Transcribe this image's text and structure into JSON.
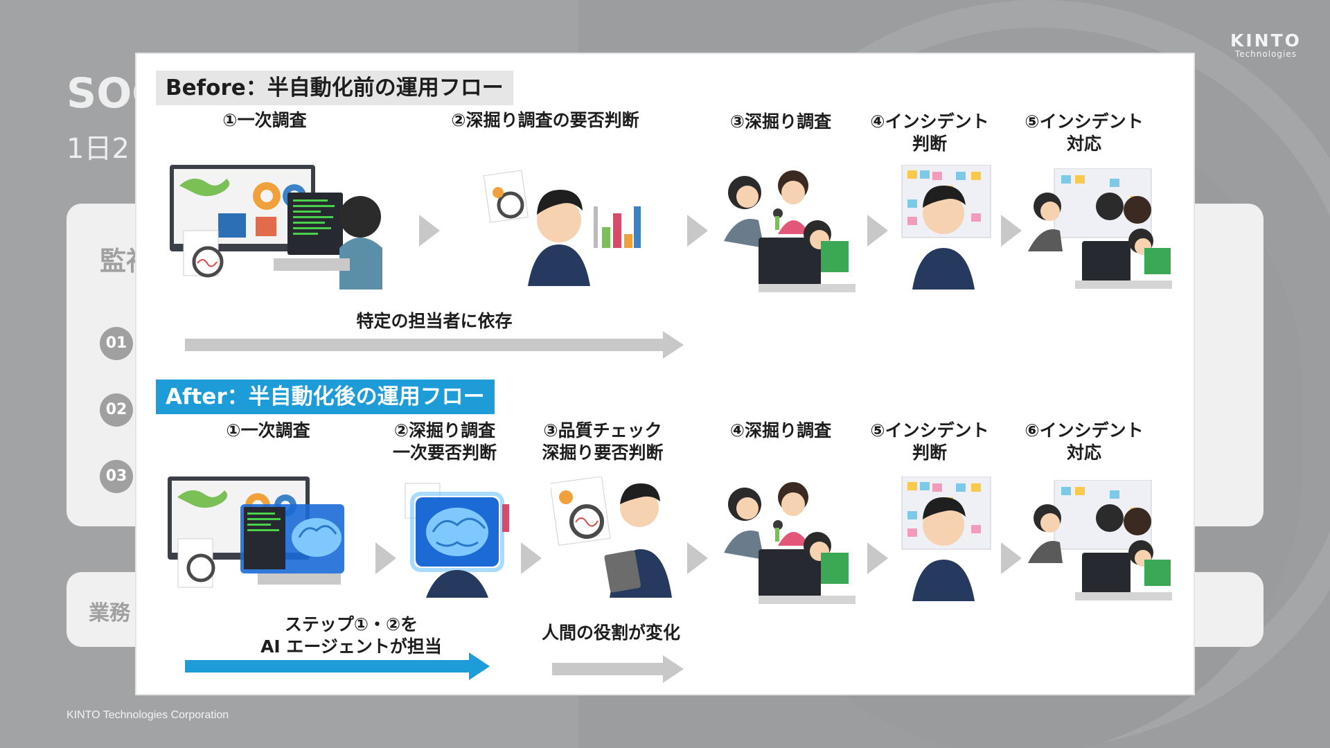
{
  "brand": {
    "name": "KINTO",
    "sub": "Technologies"
  },
  "slide": {
    "title": "SOC",
    "subtitle": "1日2",
    "card_title": "監視",
    "numbers": [
      "01",
      "02",
      "03"
    ],
    "card2_text": "業務",
    "footer": "KINTO Technologies Corporation"
  },
  "diagram": {
    "before": {
      "header": "Before：半自動化前の運用フロー",
      "steps": [
        {
          "lines": [
            "①一次調査"
          ]
        },
        {
          "lines": [
            "②深掘り調査の要否判断"
          ]
        },
        {
          "lines": [
            "③深掘り調査"
          ]
        },
        {
          "lines": [
            "④インシデント",
            "判断"
          ]
        },
        {
          "lines": [
            "⑤インシデント",
            "対応"
          ]
        }
      ],
      "arrow_label": "特定の担当者に依存"
    },
    "after": {
      "header": "After：半自動化後の運用フロー",
      "steps": [
        {
          "lines": [
            "①一次調査"
          ]
        },
        {
          "lines": [
            "②深掘り調査",
            "一次要否判断"
          ]
        },
        {
          "lines": [
            "③品質チェック",
            "深掘り要否判断"
          ]
        },
        {
          "lines": [
            "④深掘り調査"
          ]
        },
        {
          "lines": [
            "⑤インシデント",
            "判断"
          ]
        },
        {
          "lines": [
            "⑥インシデント",
            "対応"
          ]
        }
      ],
      "ai_label": [
        "ステップ①・②を",
        "AI エージェントが担当"
      ],
      "human_label": "人間の役割が変化"
    },
    "colors": {
      "after_accent": "#1e9cd7",
      "arrow_grey": "#c8c8c8",
      "header_grey": "#e6e6e6"
    }
  }
}
